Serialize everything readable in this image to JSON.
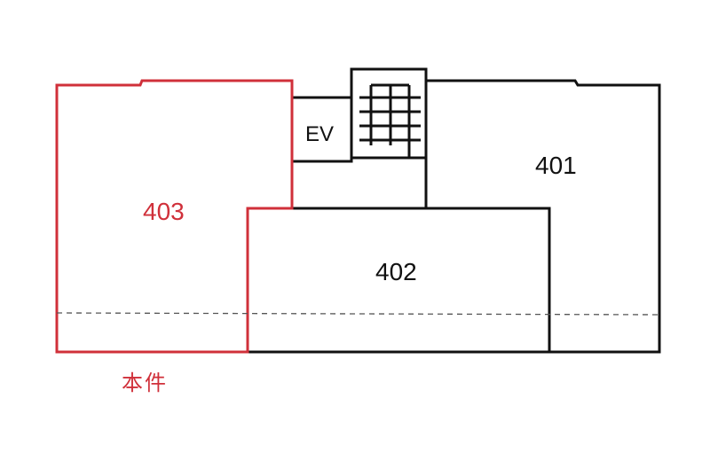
{
  "floor_plan": {
    "units": [
      {
        "id": "unit-403",
        "label": "403",
        "highlighted": true
      },
      {
        "id": "unit-402",
        "label": "402",
        "highlighted": false
      },
      {
        "id": "unit-401",
        "label": "401",
        "highlighted": false
      }
    ],
    "elevator_label": "EV",
    "subject_caption": "本件",
    "colors": {
      "highlight": "#d0303a",
      "outline": "#111111",
      "dashed_line": "#555555",
      "background": "#ffffff"
    }
  }
}
